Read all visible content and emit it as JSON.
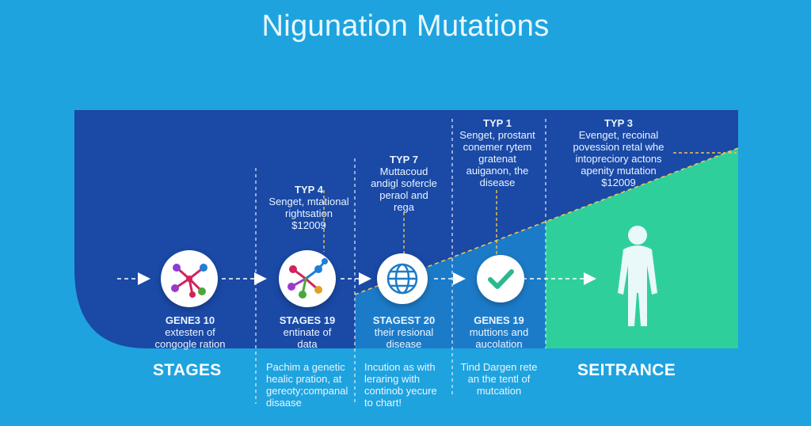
{
  "title": "Nigunation Mutations",
  "colors": {
    "background": "#1ea3df",
    "panel": "#1a49a6",
    "panel_mid": "#1c7bc8",
    "accent_green": "#2fcf9c",
    "dash": "#f1c64a"
  },
  "stages": [
    {
      "icon": "molecule-icon",
      "bottom": [
        "GENE3 10",
        "extesten of",
        "congogle ration"
      ]
    },
    {
      "icon": "molecule-network-icon",
      "bottom": [
        "STAGES 19",
        "entinate of",
        "data"
      ]
    },
    {
      "icon": "globe-icon",
      "bottom": [
        "STAGEST 20",
        "their resional",
        "disease"
      ]
    },
    {
      "icon": "checkmark-icon",
      "bottom": [
        "GENES 19",
        "muttions and",
        "aucolation"
      ]
    },
    {
      "icon": "human-figure-icon"
    }
  ],
  "types": [
    {
      "lines": [
        "TYP 4",
        "Senget, mtational",
        "rightsation",
        "$12009"
      ]
    },
    {
      "lines": [
        "TYP 7",
        "Muttacoud",
        "andigl sofercle",
        "peraol and",
        "rega"
      ]
    },
    {
      "lines": [
        "TYP 1",
        "Senget, prostant",
        "conemer rytem",
        "gratenat",
        "auiganon, the",
        "disease"
      ]
    },
    {
      "lines": [
        "TYP 3",
        "Evenget, recoinal",
        "povession retal whe",
        "intopreciory actons",
        "apenity mutation",
        "$12009"
      ]
    }
  ],
  "section_labels": {
    "left": "STAGES",
    "right": "SEITRANCE"
  },
  "bottom_notes": [
    [
      "Pachim a genetic",
      "healic pration, at",
      "gereoty;companal",
      "disaase"
    ],
    [
      "Incution as with",
      "leraring with",
      "continob yecure",
      "to chart!"
    ],
    [
      "Tind Dargen rete",
      "an the tentl of",
      "mutcation"
    ]
  ]
}
